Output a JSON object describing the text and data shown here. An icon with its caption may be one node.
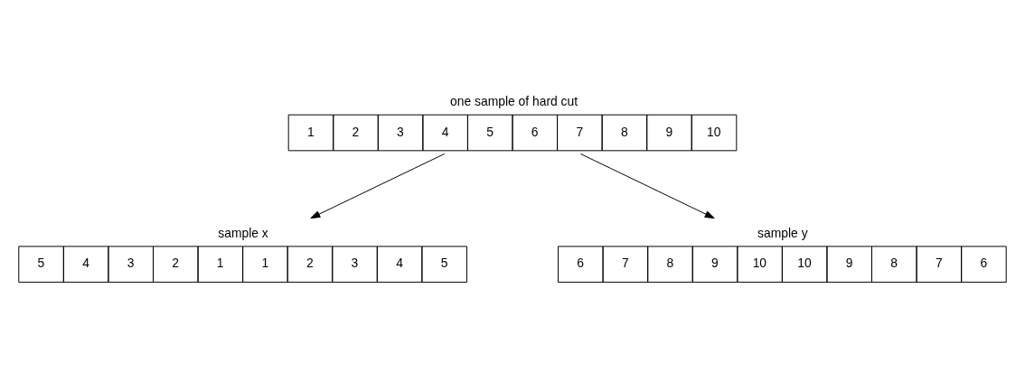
{
  "diagram": {
    "nodes": [
      {
        "text": [
          "one sample of hard cut",
          "1",
          "2",
          "3",
          "4",
          "5",
          "6",
          "7",
          "8",
          "9",
          "10"
        ]
      },
      {
        "text": [
          "sample x",
          "5",
          "4",
          "3",
          "2",
          "1",
          "1",
          "2",
          "3",
          "4",
          "5"
        ]
      },
      {
        "text": [
          "sample y",
          "6",
          "7",
          "8",
          "9",
          "10",
          "10",
          "9",
          "8",
          "7",
          "6"
        ]
      }
    ],
    "edges": [
      {
        "from": 0,
        "to": 1,
        "arrow": "to"
      },
      {
        "from": 0,
        "to": 2,
        "arrow": "to"
      }
    ]
  }
}
